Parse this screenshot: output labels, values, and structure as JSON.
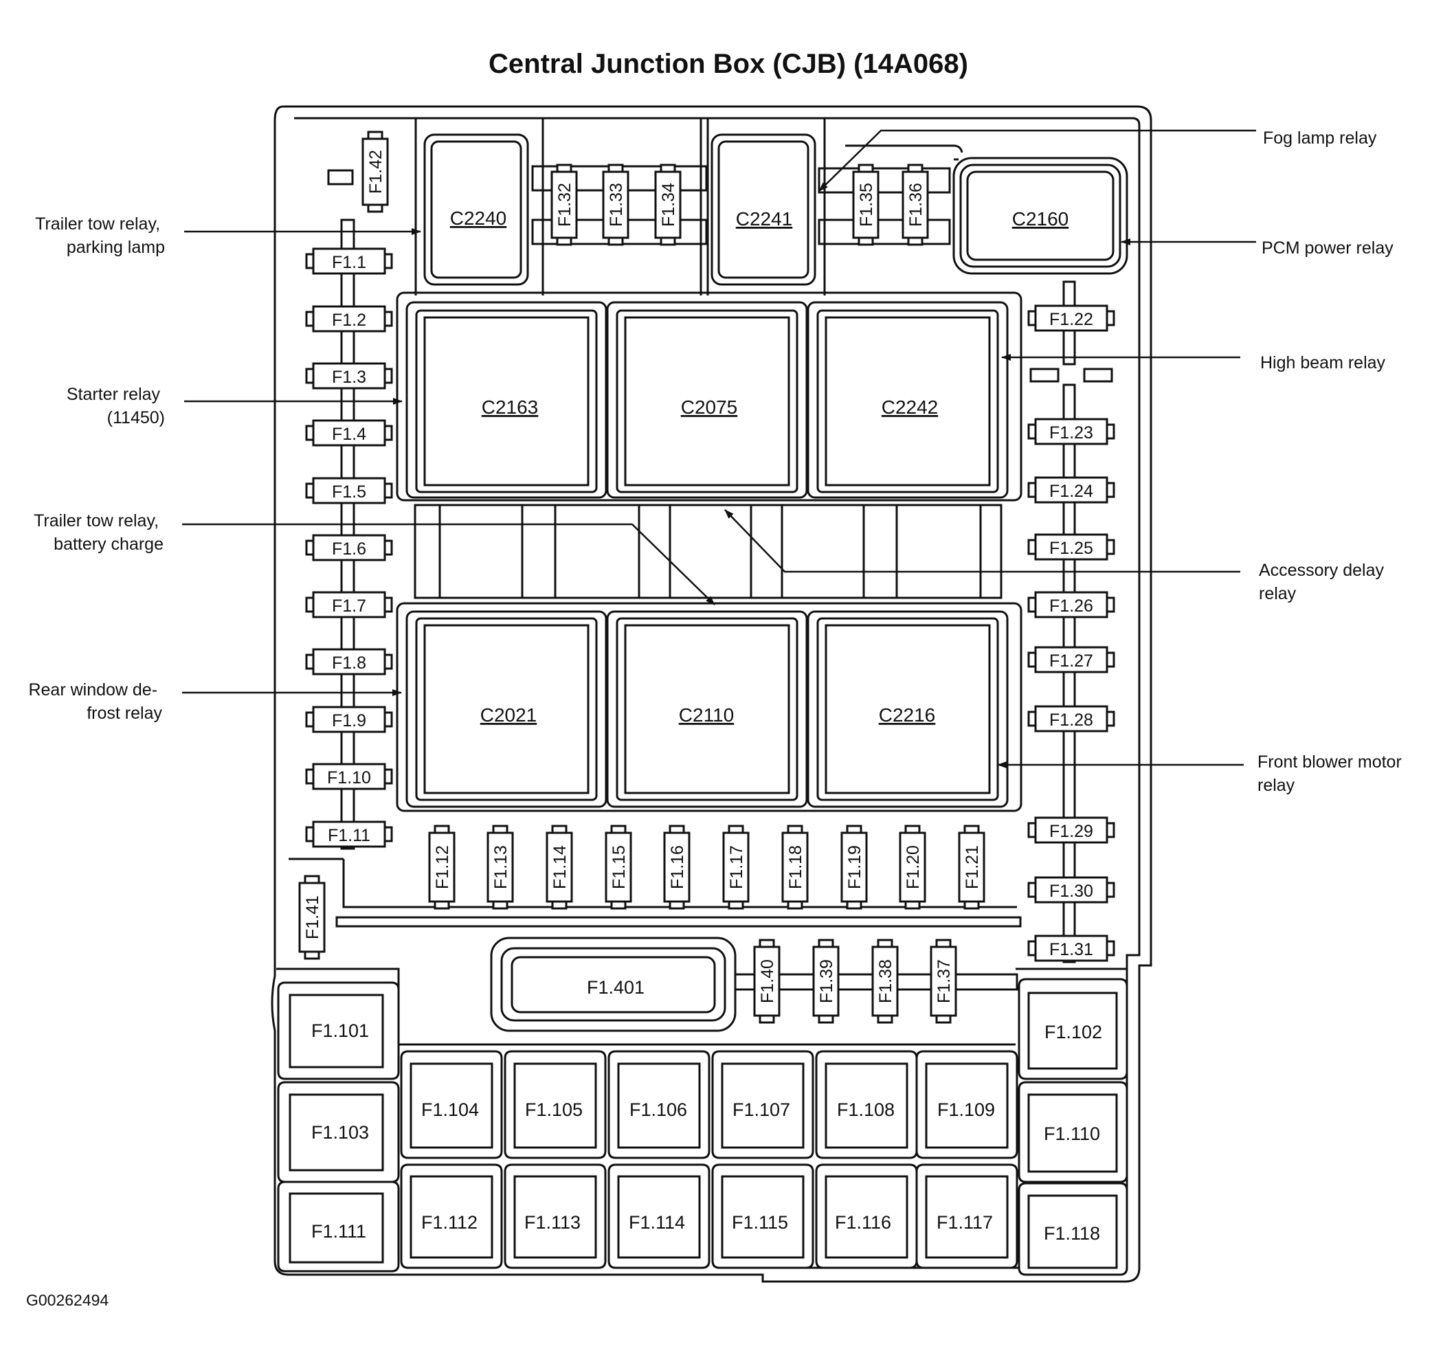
{
  "title": "Central Junction Box (CJB) (14A068)",
  "figure_id": "G00262494",
  "colors": {
    "line": "#111111",
    "background": "#ffffff"
  },
  "relays": [
    {
      "id": "C2240"
    },
    {
      "id": "C2241"
    },
    {
      "id": "C2160"
    },
    {
      "id": "C2163"
    },
    {
      "id": "C2075"
    },
    {
      "id": "C2242"
    },
    {
      "id": "C2021"
    },
    {
      "id": "C2110"
    },
    {
      "id": "C2216"
    }
  ],
  "callouts": [
    {
      "lines": [
        "Trailer tow relay,",
        "parking lamp"
      ]
    },
    {
      "lines": [
        "Starter relay",
        "(11450)"
      ]
    },
    {
      "lines": [
        "Trailer tow relay,",
        "battery charge"
      ]
    },
    {
      "lines": [
        "Rear window de-",
        "frost relay"
      ]
    },
    {
      "lines": [
        "Fog lamp relay"
      ]
    },
    {
      "lines": [
        "PCM power relay"
      ]
    },
    {
      "lines": [
        "High beam relay"
      ]
    },
    {
      "lines": [
        "Accessory delay",
        "relay"
      ]
    },
    {
      "lines": [
        "Front blower motor",
        "relay"
      ]
    }
  ],
  "fuses_left": [
    "F1.1",
    "F1.2",
    "F1.3",
    "F1.4",
    "F1.5",
    "F1.6",
    "F1.7",
    "F1.8",
    "F1.9",
    "F1.10",
    "F1.11"
  ],
  "fuses_right": [
    "F1.22",
    "F1.23",
    "F1.24",
    "F1.25",
    "F1.26",
    "F1.27",
    "F1.28",
    "F1.29",
    "F1.30",
    "F1.31"
  ],
  "fuses_top": [
    "F1.42",
    "F1.32",
    "F1.33",
    "F1.34",
    "F1.35",
    "F1.36"
  ],
  "fuses_middle_row": [
    "F1.12",
    "F1.13",
    "F1.14",
    "F1.15",
    "F1.16",
    "F1.17",
    "F1.18",
    "F1.19",
    "F1.20",
    "F1.21"
  ],
  "fuses_lower": [
    "F1.41",
    "F1.40",
    "F1.39",
    "F1.38",
    "F1.37"
  ],
  "mega_fuse": "F1.401",
  "maxi_fuses": [
    "F1.101",
    "F1.102",
    "F1.103",
    "F1.104",
    "F1.105",
    "F1.106",
    "F1.107",
    "F1.108",
    "F1.109",
    "F1.110",
    "F1.111",
    "F1.112",
    "F1.113",
    "F1.114",
    "F1.115",
    "F1.116",
    "F1.117",
    "F1.118"
  ]
}
